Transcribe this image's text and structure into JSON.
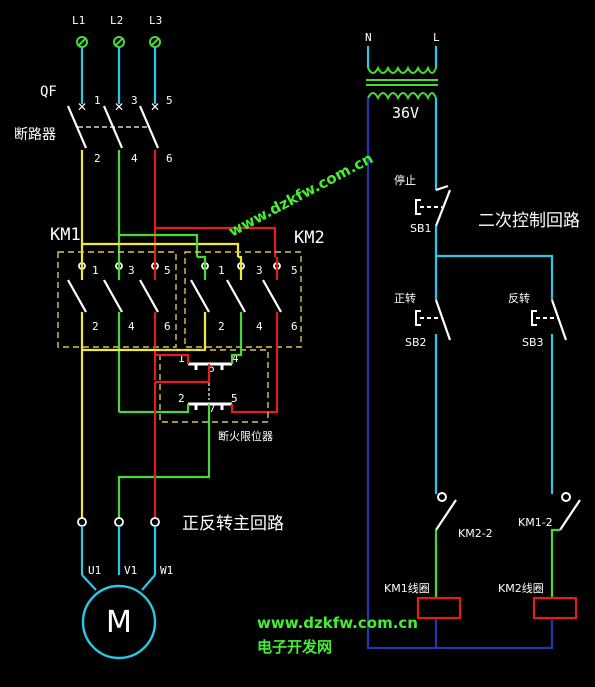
{
  "phases": [
    "L1",
    "L2",
    "L3"
  ],
  "breaker": {
    "code": "QF",
    "name": "断路器",
    "top_terminals": [
      "1",
      "3",
      "5"
    ],
    "bottom_terminals": [
      "2",
      "4",
      "6"
    ]
  },
  "contactors": {
    "km1": "KM1",
    "km2": "KM2",
    "top_terminals": [
      "1",
      "3",
      "5"
    ],
    "bottom_terminals": [
      "2",
      "4",
      "6"
    ]
  },
  "limiter": {
    "label": "断火限位器",
    "terminals": [
      "1",
      "6",
      "4",
      "2",
      "7",
      "5"
    ]
  },
  "main_circuit_label": "正反转主回路",
  "motor": {
    "outputs": [
      "U1",
      "V1",
      "W1"
    ],
    "symbol": "M"
  },
  "transformer": {
    "n": "N",
    "l": "L",
    "voltage": "36V"
  },
  "control": {
    "title": "二次控制回路",
    "stop": {
      "label": "停止",
      "code": "SB1"
    },
    "forward": {
      "label": "正转",
      "code": "SB2"
    },
    "reverse": {
      "label": "反转",
      "code": "SB3"
    },
    "interlock_left": "KM2-2",
    "interlock_right": "KM1-2",
    "coil_left": "KM1线圈",
    "coil_right": "KM2线圈"
  },
  "watermark": {
    "site": "www.dzkfw.com.cn",
    "name": "电子开发网"
  },
  "colors": {
    "cyan": "#29c9e6",
    "yellow": "#f2e836",
    "green": "#47d934",
    "red": "#e31c1c",
    "blue": "#2436ae",
    "watermark": "#44ee33"
  }
}
